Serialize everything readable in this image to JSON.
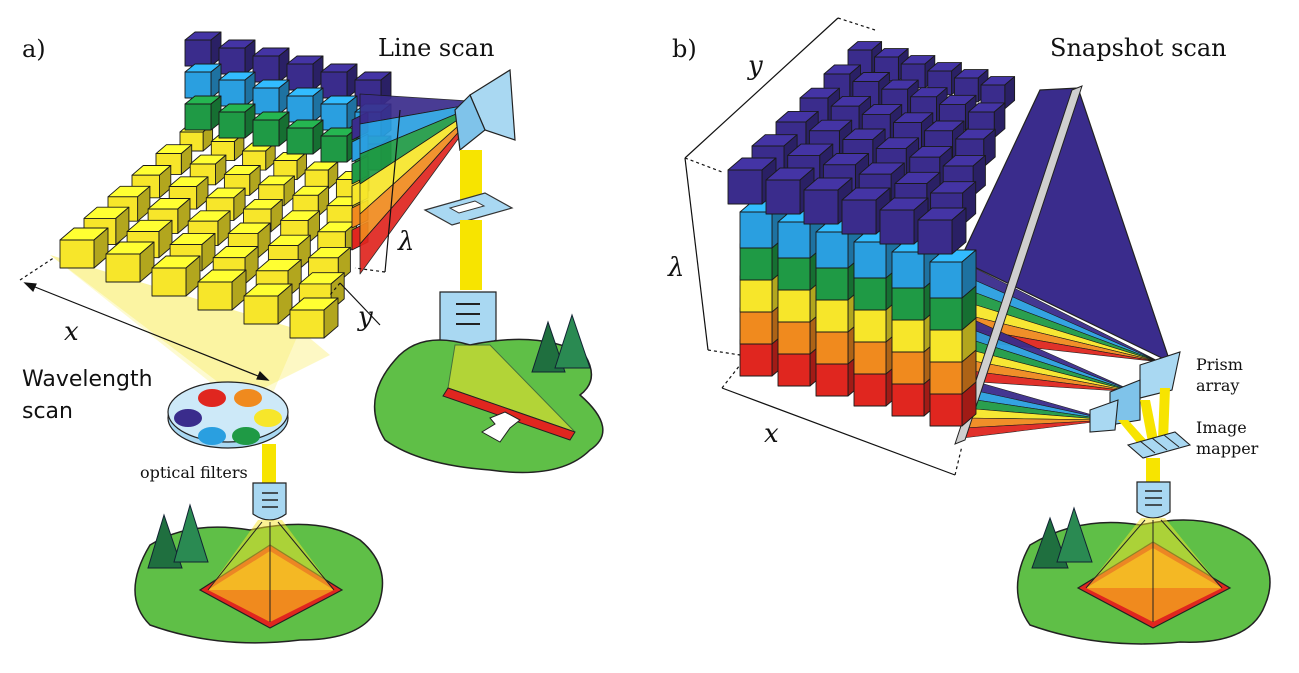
{
  "panel_a": {
    "label": "a)",
    "line_scan_title": "Line scan",
    "wavelength_scan_line1": "Wavelength",
    "wavelength_scan_line2": "scan",
    "x_label": "x",
    "y_label": "y",
    "lambda_label": "λ",
    "filters_label": "optical filters"
  },
  "panel_b": {
    "label": "b)",
    "title": "Snapshot scan",
    "x_label": "x",
    "y_label": "y",
    "lambda_label": "λ",
    "prism_line1": "Prism",
    "prism_line2": "array",
    "mapper_line1": "Image",
    "mapper_line2": "mapper"
  },
  "colors": {
    "violet": "#3a2c8c",
    "blue": "#2a9fe0",
    "green": "#1f9a45",
    "yellow": "#f7e62a",
    "orange": "#f08a1e",
    "red": "#e0261f",
    "ground": "#5fbf47",
    "lens": "#a9d8f2",
    "beam": "#f7e400",
    "tree": "#1f6f3f"
  }
}
